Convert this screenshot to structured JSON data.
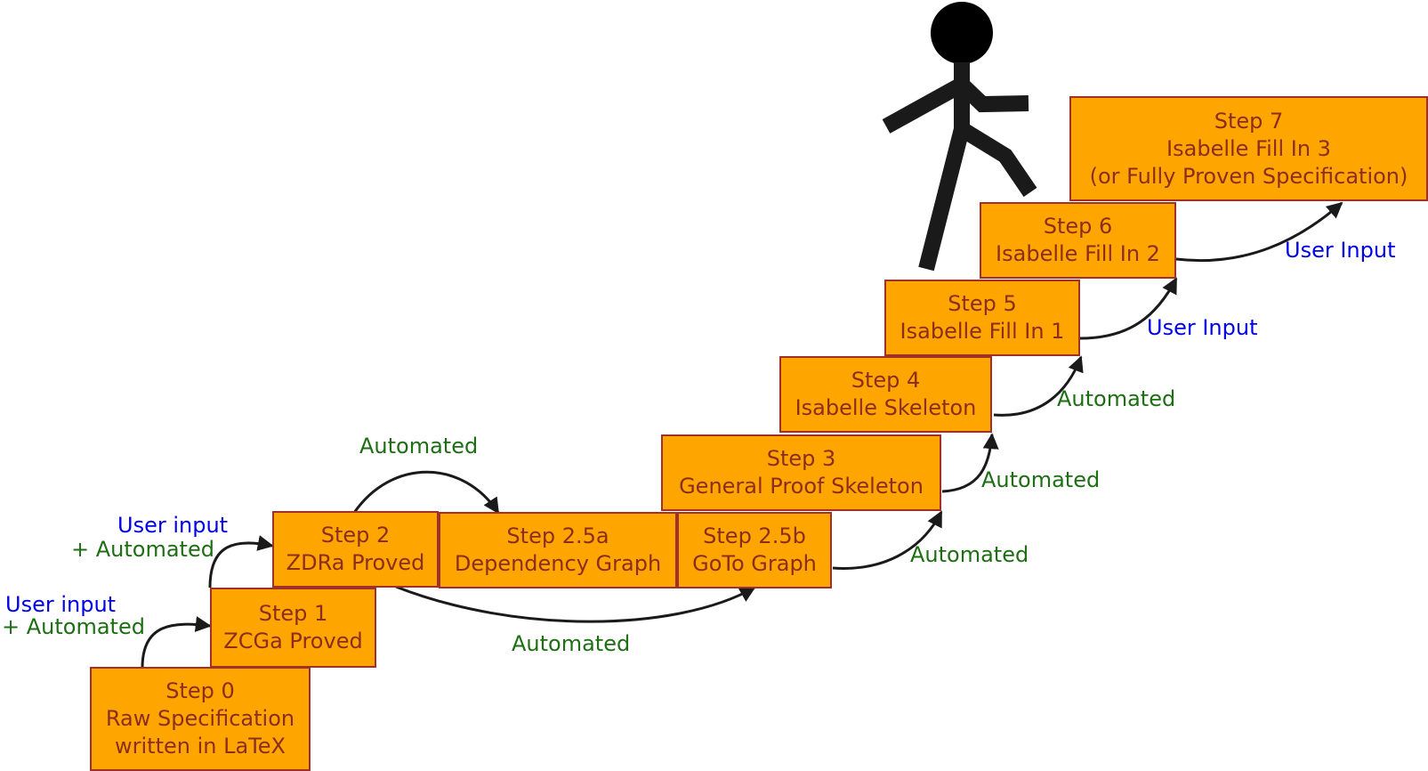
{
  "steps": [
    {
      "id": "step0",
      "lines": [
        "Step 0",
        "Raw Specification",
        "written in LaTeX"
      ]
    },
    {
      "id": "step1",
      "lines": [
        "Step 1",
        "ZCGa Proved"
      ]
    },
    {
      "id": "step2",
      "lines": [
        "Step 2",
        "ZDRa Proved"
      ]
    },
    {
      "id": "step2_5a",
      "lines": [
        "Step 2.5a",
        "Dependency Graph"
      ]
    },
    {
      "id": "step2_5b",
      "lines": [
        "Step 2.5b",
        "GoTo Graph"
      ]
    },
    {
      "id": "step3",
      "lines": [
        "Step 3",
        "General Proof Skeleton"
      ]
    },
    {
      "id": "step4",
      "lines": [
        "Step 4",
        "Isabelle Skeleton"
      ]
    },
    {
      "id": "step5",
      "lines": [
        "Step 5",
        "Isabelle Fill In 1"
      ]
    },
    {
      "id": "step6",
      "lines": [
        "Step 6",
        "Isabelle Fill In 2"
      ]
    },
    {
      "id": "step7",
      "lines": [
        "Step 7",
        "Isabelle Fill In 3",
        "(or Fully Proven Specification)"
      ]
    }
  ],
  "transitions": {
    "t0_1": {
      "line1": "User input",
      "line2": "+ Automated"
    },
    "t1_2": {
      "line1": "User input",
      "line2": "+ Automated"
    },
    "t2_2_5a": "Automated",
    "t2_2_5b": "Automated",
    "t2_5b_3": "Automated",
    "t3_4": "Automated",
    "t4_5": "Automated",
    "t5_6": "User Input",
    "t6_7": "User Input"
  },
  "colors": {
    "box_fill": "#FFA500",
    "box_border": "#A0302A",
    "box_text": "#8B2E1E",
    "user_input": "#0000E6",
    "automated": "#1E6E14",
    "arrow": "#1A1A1A"
  }
}
